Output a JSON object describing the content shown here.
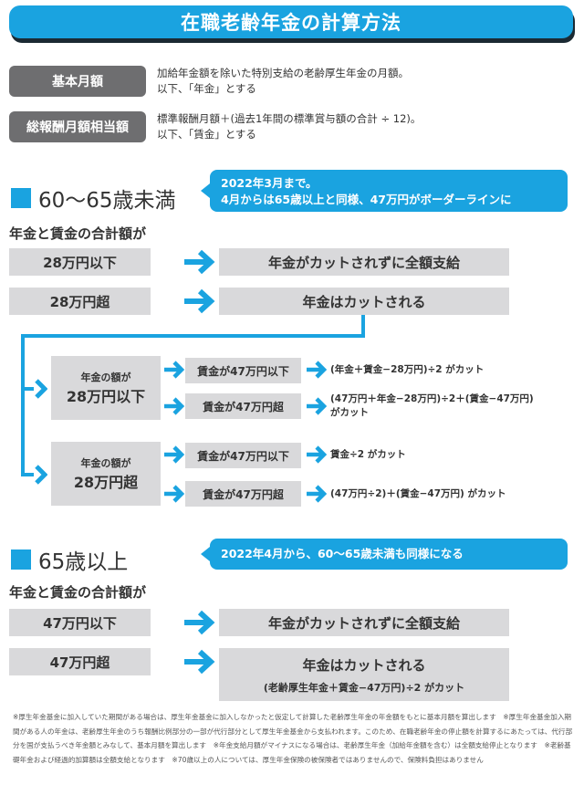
{
  "title": "在職老齢年金の計算方法",
  "definitions": [
    {
      "label": "基本月額",
      "line1": "加給年金額を除いた特別支給の老齢厚生年金の月額。",
      "line2": "以下、「年金」とする"
    },
    {
      "label": "総報酬月額相当額",
      "line1": "標準報酬月額＋(過去1年間の標準賞与額の合計 ÷ 12)。",
      "line2": "以下、「賃金」とする"
    }
  ],
  "section_under65": {
    "heading": "60〜65歳未満",
    "callout_line1": "2022年3月まで。",
    "callout_line2": "4月からは65歳以上と同様、47万円がボーダーラインに",
    "subheading": "年金と賃金の合計額が",
    "rows": [
      {
        "condition": "28万円以下",
        "result": "年金がカットされずに全額支給"
      },
      {
        "condition": "28万円超",
        "result": "年金はカットされる"
      }
    ],
    "branches": [
      {
        "label_small": "年金の額が",
        "label_big": "28万円以下",
        "cases": [
          {
            "condition": "賃金が47万円以下",
            "result_line1": "(年金＋賃金−28万円)÷2 がカット",
            "result_line2": ""
          },
          {
            "condition": "賃金が47万円超",
            "result_line1": "(47万円＋年金−28万円)÷2＋(賃金−47万円)",
            "result_line2": "がカット"
          }
        ]
      },
      {
        "label_small": "年金の額が",
        "label_big": "28万円超",
        "cases": [
          {
            "condition": "賃金が47万円以下",
            "result_line1": "賃金÷2 がカット",
            "result_line2": ""
          },
          {
            "condition": "賃金が47万円超",
            "result_line1": "(47万円÷2)＋(賃金−47万円) がカット",
            "result_line2": ""
          }
        ]
      }
    ]
  },
  "section_over65": {
    "heading": "65歳以上",
    "callout": "2022年4月から、60〜65歳未満も同様になる",
    "subheading": "年金と賃金の合計額が",
    "rows": [
      {
        "condition": "47万円以下",
        "result": "年金がカットされずに全額支給",
        "result_sub": ""
      },
      {
        "condition": "47万円超",
        "result": "年金はカットされる",
        "result_sub": "(老齢厚生年金＋賃金−47万円)÷2 がカット"
      }
    ]
  },
  "footnote": "※厚生年金基金に加入していた期間がある場合は、厚生年金基金に加入しなかったと仮定して計算した老齢厚生年金の年金額をもとに基本月額を算出します　※厚生年金基金加入期間がある人の年金は、老齢厚生年金のうち報酬比例部分の一部が代行部分として厚生年金基金から支払われます。このため、在職老齢年金の停止額を計算するにあたっては、代行部分を国が支払うべき年金額とみなして、基本月額を算出します　※年金支給月額がマイナスになる場合は、老齢厚生年金（加給年金額を含む）は全額支給停止となります　※老齢基礎年金および経過的加算額は全額支給となります　※70歳以上の人については、厚生年金保険の被保険者ではありませんので、保険料負担はありません",
  "colors": {
    "accent": "#1aa3e0",
    "label_bg": "#6e6e70",
    "box_bg": "#d9d9db",
    "shadow": "#1b2a33"
  }
}
